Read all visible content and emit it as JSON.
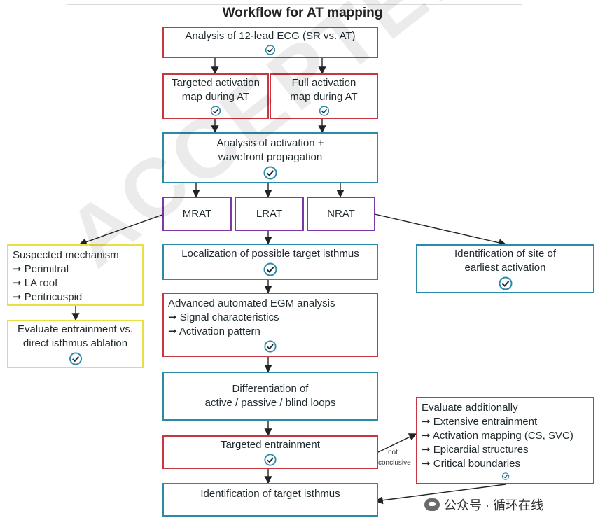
{
  "title": "Workflow for AT mapping",
  "nodes": {
    "ecg_analysis": "Analysis of 12-lead ECG (SR vs. AT)",
    "targeted_map": [
      "Targeted activation",
      "map during AT"
    ],
    "full_map": [
      "Full activation",
      "map during AT"
    ],
    "activation_analysis": [
      "Analysis of activation +",
      "wavefront propagation"
    ],
    "mrat": "MRAT",
    "lrat": "LRAT",
    "nrat": "NRAT",
    "suspected_mechanism": {
      "title": "Suspected mechanism",
      "items": [
        "Perimitral",
        "LA roof",
        "Peritricuspid"
      ]
    },
    "evaluate_entrainment": [
      "Evaluate entrainment vs.",
      "direct isthmus ablation"
    ],
    "localization": "Localization of possible target isthmus",
    "earliest_activation": [
      "Identification of site of",
      "earliest activation"
    ],
    "egm_analysis": {
      "title": "Advanced automated EGM analysis",
      "items": [
        "Signal characteristics",
        "Activation pattern"
      ]
    },
    "differentiation": [
      "Differentiation of",
      "active / passive / blind loops"
    ],
    "targeted_entrainment": "Targeted entrainment",
    "evaluate_additionally": {
      "title": "Evaluate additionally",
      "items": [
        "Extensive entrainment",
        "Activation mapping (CS, SVC)",
        "Epicardial structures",
        "Critical boundaries"
      ]
    },
    "identification_target": "Identification of target isthmus"
  },
  "edge_labels": {
    "not": "not",
    "conclusive": "conclusive"
  },
  "watermark": "ACCEPTED MANUSCRIPT",
  "footer": "公众号 · 循环在线",
  "colors": {
    "red_border": "#c8363f",
    "blue_border": "#2b8aa8",
    "purple_border": "#7b3aa6",
    "yellow_border": "#e9df43"
  }
}
